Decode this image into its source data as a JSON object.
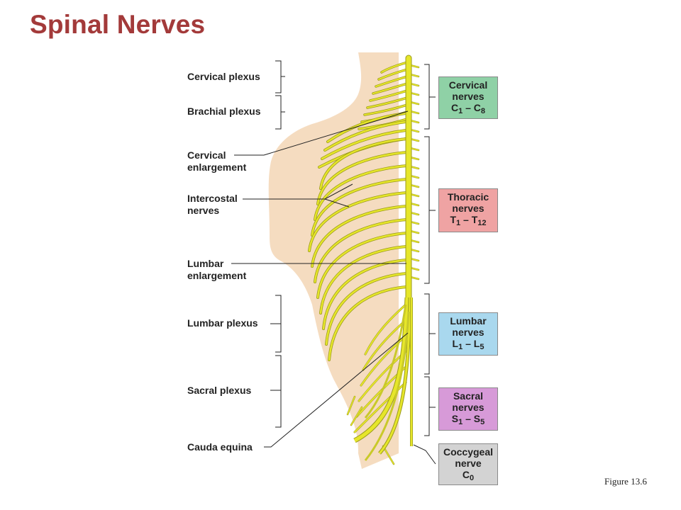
{
  "title": "Spinal Nerves",
  "caption": "Figure 13.6",
  "left_labels": {
    "cervical_plexus": "Cervical plexus",
    "brachial_plexus": "Brachial plexus",
    "cervical_enlargement": [
      "Cervical",
      "enlargement"
    ],
    "intercostal_nerves": [
      "Intercostal",
      "nerves"
    ],
    "lumbar_enlargement": [
      "Lumbar",
      "enlargement"
    ],
    "lumbar_plexus": "Lumbar plexus",
    "sacral_plexus": "Sacral plexus",
    "cauda_equina": "Cauda equina"
  },
  "nerve_groups": [
    {
      "name": "Cervical",
      "line2": "nerves",
      "letter_start": "C",
      "sub_start": "1",
      "letter_end": "C",
      "sub_end": "8",
      "color": "#8fd1a6"
    },
    {
      "name": "Thoracic",
      "line2": "nerves",
      "letter_start": "T",
      "sub_start": "1",
      "letter_end": "T",
      "sub_end": "12",
      "color": "#efa3a3"
    },
    {
      "name": "Lumbar",
      "line2": "nerves",
      "letter_start": "L",
      "sub_start": "1",
      "letter_end": "L",
      "sub_end": "5",
      "color": "#a9d8ee"
    },
    {
      "name": "Sacral",
      "line2": "nerves",
      "letter_start": "S",
      "sub_start": "1",
      "letter_end": "S",
      "sub_end": "5",
      "color": "#d79ad8"
    },
    {
      "name": "Coccygeal",
      "line2": "nerve",
      "letter_start": "C",
      "sub_start": "0",
      "color": "#d3d3d3"
    }
  ],
  "colors": {
    "title": "#a33a3a",
    "skin": "#f5dcc0",
    "nerve": "#e6e62a",
    "nerve_outline": "#9a9a1a"
  }
}
